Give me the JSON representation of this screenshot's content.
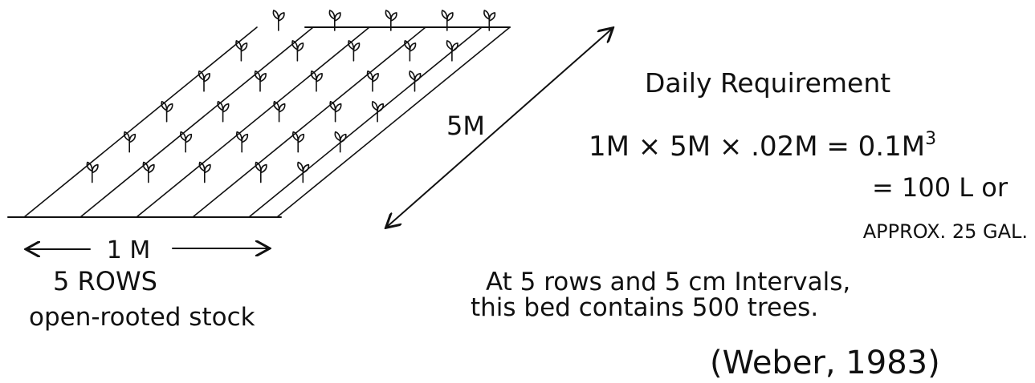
{
  "diagram": {
    "bed_width_label": "1 M",
    "bed_rows_label": "5 ROWS",
    "stock_label": "open-rooted stock",
    "bed_length_label": "5M"
  },
  "calc": {
    "title": "Daily Requirement",
    "formula_left": "1M × 5M × .02M = 0.1M",
    "formula_exponent": "3",
    "liters_line": "= 100 L or",
    "gallons_line": "APPROX. 25 GAL."
  },
  "note": {
    "line1": "At 5 rows and 5 cm Intervals,",
    "line2": "this bed contains 500 trees."
  },
  "citation": "(Weber, 1983)",
  "seedlings": {
    "rows": 5,
    "per_row": 6
  },
  "colors": {
    "ink": "#111111",
    "paper": "#ffffff"
  }
}
